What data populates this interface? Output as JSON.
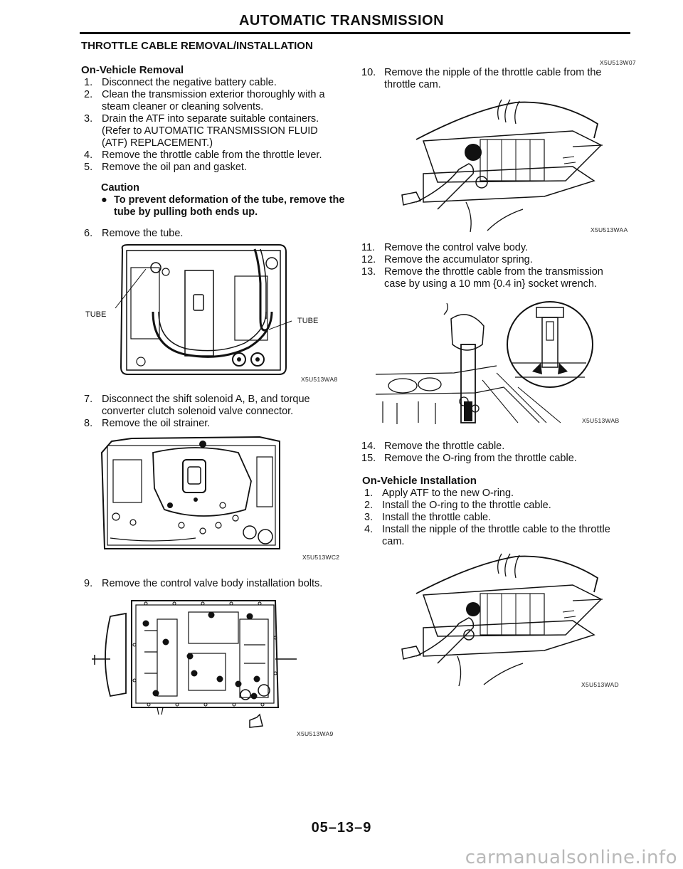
{
  "header": {
    "title": "AUTOMATIC TRANSMISSION"
  },
  "section_title": "THROTTLE CABLE REMOVAL/INSTALLATION",
  "left": {
    "removal_heading": "On-Vehicle Removal",
    "steps_a": [
      {
        "n": "1.",
        "text": "Disconnect the negative battery cable."
      },
      {
        "n": "2.",
        "text": "Clean the transmission exterior thoroughly with a steam cleaner or cleaning solvents."
      },
      {
        "n": "3.",
        "text": "Drain the ATF into separate suitable containers. (Refer to AUTOMATIC TRANSMISSION FLUID (ATF) REPLACEMENT.)"
      },
      {
        "n": "4.",
        "text": "Remove the throttle cable from the throttle lever."
      },
      {
        "n": "5.",
        "text": "Remove the oil pan and gasket."
      }
    ],
    "caution_title": "Caution",
    "caution_text": "To prevent deformation of the tube, remove the tube by pulling both ends up.",
    "step6": {
      "n": "6.",
      "text": "Remove the tube."
    },
    "fig1": {
      "code": "X5U513WA8",
      "label_left": "TUBE",
      "label_right": "TUBE"
    },
    "steps_b": [
      {
        "n": "7.",
        "text": "Disconnect the shift solenoid A, B, and torque converter clutch solenoid valve connector."
      },
      {
        "n": "8.",
        "text": "Remove the oil strainer."
      }
    ],
    "fig2": {
      "code": "X5U513WC2"
    },
    "step9": {
      "n": "9.",
      "text": "Remove the control valve body installation bolts."
    },
    "fig3": {
      "code": "X5U513WA9"
    }
  },
  "right": {
    "fig_top_code": "X5U513W07",
    "step10": {
      "n": "10.",
      "text": "Remove the nipple of the throttle cable from the throttle cam."
    },
    "fig4": {
      "code": "X5U513WAA"
    },
    "steps_c": [
      {
        "n": "11.",
        "text": "Remove the control valve body."
      },
      {
        "n": "12.",
        "text": "Remove the accumulator spring."
      },
      {
        "n": "13.",
        "text": "Remove the throttle cable from the transmission case by using a 10 mm {0.4 in} socket wrench."
      }
    ],
    "fig5": {
      "code": "X5U513WAB"
    },
    "steps_d": [
      {
        "n": "14.",
        "text": "Remove the throttle cable."
      },
      {
        "n": "15.",
        "text": "Remove the O-ring from the throttle cable."
      }
    ],
    "install_heading": "On-Vehicle Installation",
    "steps_e": [
      {
        "n": "1.",
        "text": "Apply ATF to the new O-ring."
      },
      {
        "n": "2.",
        "text": "Install the O-ring to the throttle cable."
      },
      {
        "n": "3.",
        "text": "Install the throttle cable."
      },
      {
        "n": "4.",
        "text": "Install the nipple of the throttle cable to the throttle cam."
      }
    ],
    "fig6": {
      "code": "X5U513WAD"
    }
  },
  "page_number": "05–13–9",
  "watermark": "carmanualsonline.info"
}
